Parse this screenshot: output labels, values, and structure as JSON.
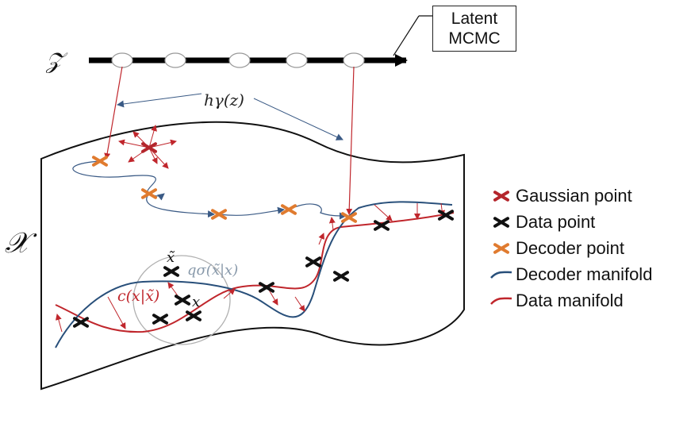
{
  "latent_box": {
    "line1": "Latent",
    "line2": "MCMC"
  },
  "labels": {
    "z_space": "𝒵",
    "x_space": "𝒳",
    "h_gamma": "hγ(z)",
    "q_sigma": "qσ(x̃|x)",
    "c": "c(x|x̃)",
    "x_tilde": "x̃",
    "x": "x"
  },
  "legend": [
    {
      "label": "Gaussian point",
      "kind": "cross",
      "color": "#b4262c"
    },
    {
      "label": "Data point",
      "kind": "cross",
      "color": "#111111"
    },
    {
      "label": "Decoder point",
      "kind": "cross",
      "color": "#e07b2f"
    },
    {
      "label": "Decoder manifold",
      "kind": "line",
      "color": "#284f7a"
    },
    {
      "label": "Data manifold",
      "kind": "line",
      "color": "#c0262c"
    }
  ],
  "colors": {
    "gaussian": "#b4262c",
    "data": "#111111",
    "decoder": "#e07b2f",
    "decoder_manifold": "#284f7a",
    "data_manifold": "#c0262c",
    "arrow_red": "#c0262c",
    "arrow_blue": "#3a5a85",
    "circle": "#b0b0b0"
  }
}
